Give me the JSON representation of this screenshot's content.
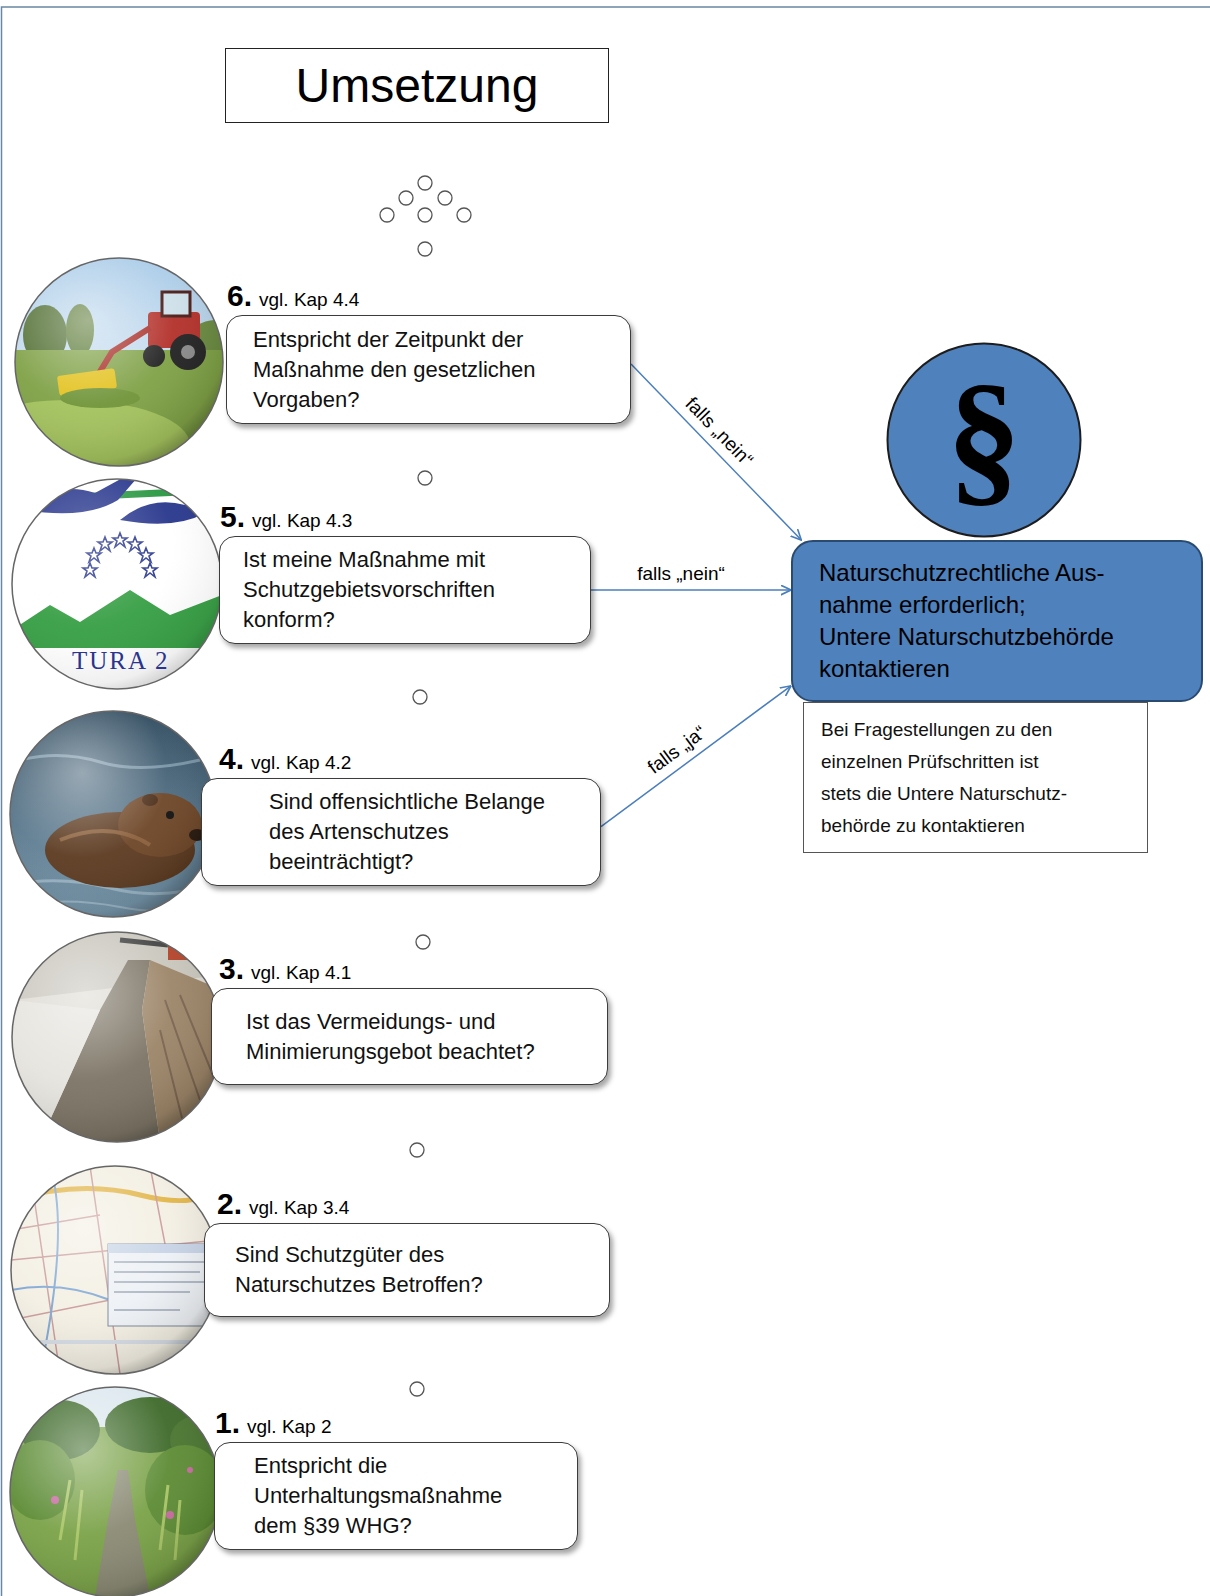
{
  "diagram": {
    "title": "Umsetzung",
    "nodes": [
      {
        "text": [
          "1.",
          "vgl. Kap 2",
          "Entspricht die Unterhaltungsmaßnahme dem §39 WHG?"
        ]
      },
      {
        "text": [
          "2.",
          "vgl. Kap 3.4",
          "Sind Schutzgüter des Naturschutzes Betroffen?"
        ]
      },
      {
        "text": [
          "3.",
          "vgl. Kap 4.1",
          "Ist das Vermeidungs- und Minimierungsgebot beachtet?"
        ]
      },
      {
        "text": [
          "4.",
          "vgl. Kap 4.2",
          "Sind offensichtliche Belange des Artenschutzes beeinträchtigt?"
        ]
      },
      {
        "text": [
          "5.",
          "vgl. Kap 4.3",
          "Ist meine Maßnahme mit Schutzgebietsvorschriften konform?"
        ]
      },
      {
        "text": [
          "6.",
          "vgl. Kap 4.4",
          "Entspricht der Zeitpunkt der Maßnahme den gesetzlichen Vorgaben?"
        ]
      },
      {
        "text": [
          "§"
        ]
      },
      {
        "text": [
          "Naturschutzrechtliche Aus-nahme erforderlich;",
          "Untere Naturschutzbehörde kontaktieren"
        ]
      },
      {
        "text": [
          "Bei Fragestellungen zu den einzelnen Prüfschritten ist stets die Untere Naturschutz-behörde zu kontaktieren"
        ]
      }
    ],
    "edges": [
      {
        "from": 5,
        "to": 7,
        "label": "falls „nein“",
        "arrow": "to"
      },
      {
        "from": 4,
        "to": 7,
        "label": "falls „nein“",
        "arrow": "to"
      },
      {
        "from": 3,
        "to": 7,
        "label": "falls „ja“",
        "arrow": "to"
      }
    ],
    "labels": [
      "TURA 2"
    ]
  }
}
